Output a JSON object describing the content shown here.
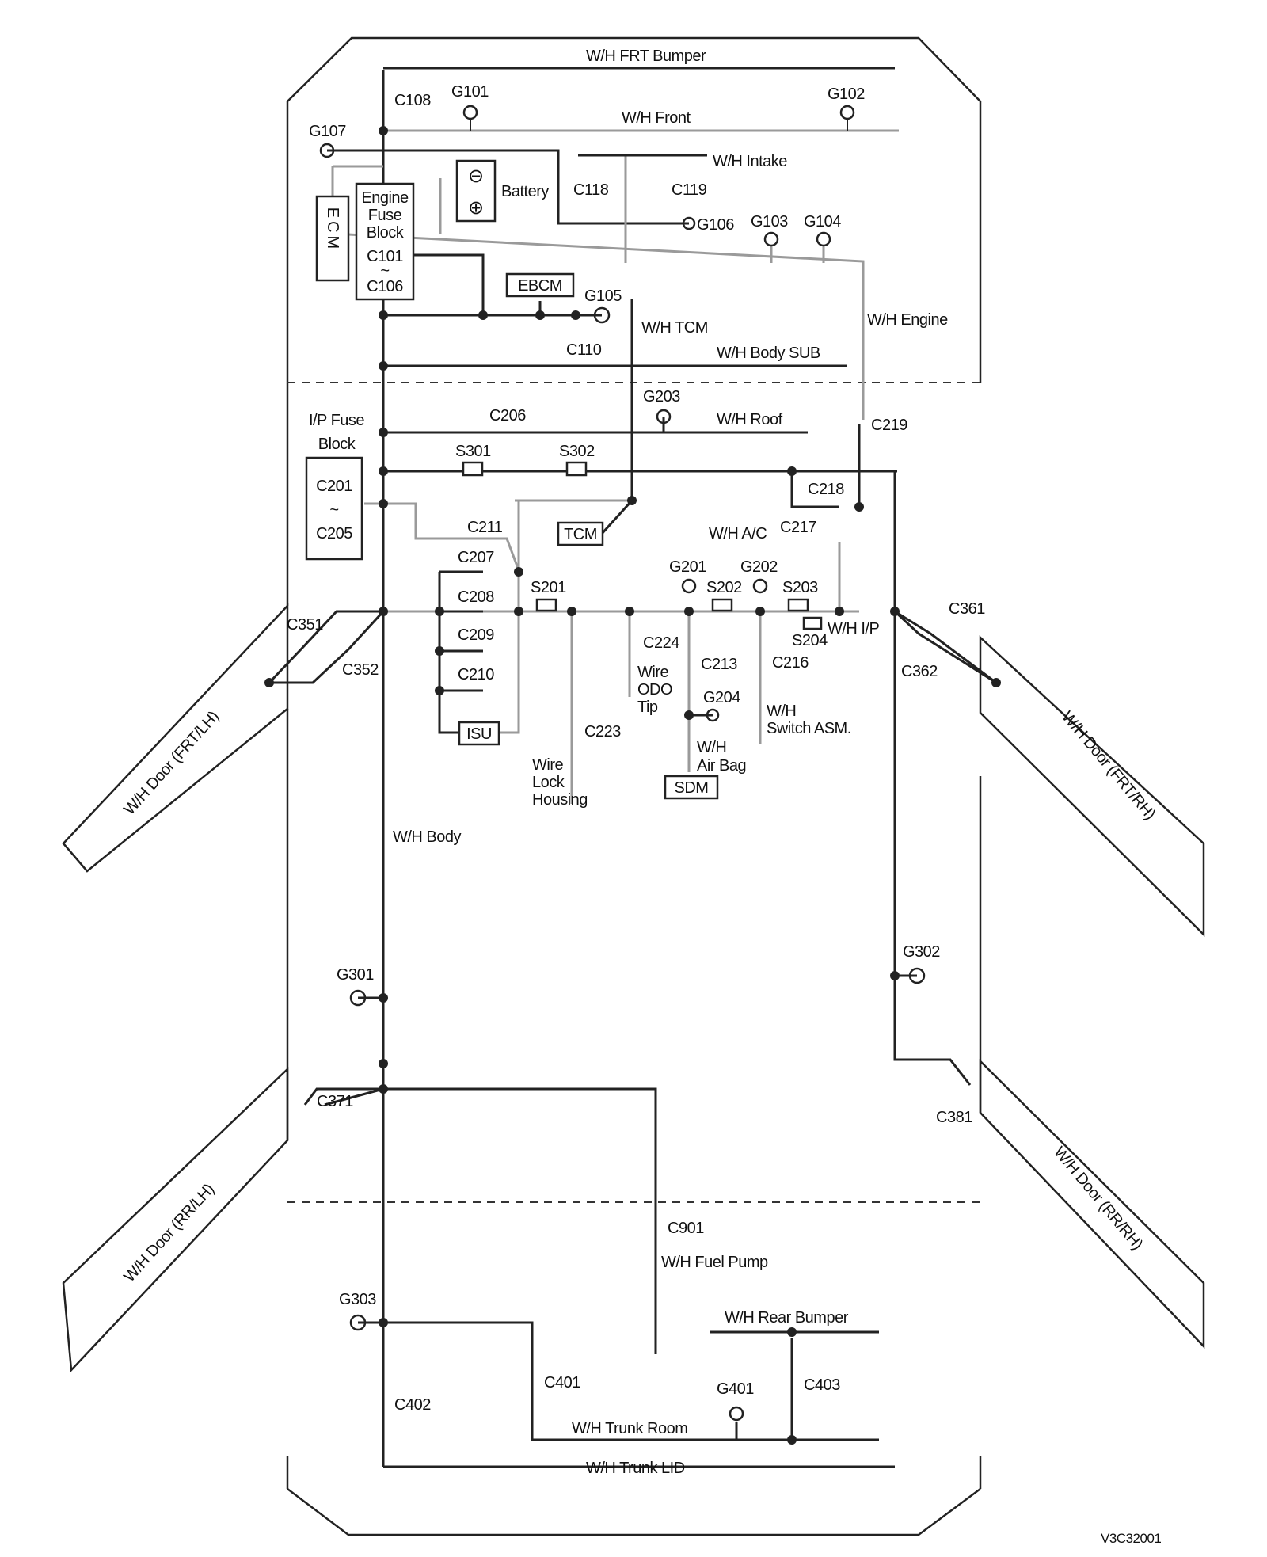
{
  "harness_labels": {
    "frt_bumper": "W/H FRT Bumper",
    "front": "W/H Front",
    "intake": "W/H Intake",
    "tcm": "W/H TCM",
    "engine": "W/H Engine",
    "body_sub": "W/H Body SUB",
    "roof": "W/H Roof",
    "ac": "W/H A/C",
    "ip": "W/H I/P",
    "body": "W/H Body",
    "fuel_pump": "W/H Fuel Pump",
    "rear_bumper": "W/H Rear Bumper",
    "trunk_room": "W/H Trunk Room",
    "trunk_lid": "W/H Trunk LID",
    "door_frt_lh": "W/H Door (FRT/LH)",
    "door_frt_rh": "W/H Door (FRT/RH)",
    "door_rr_lh": "W/H Door (RR/LH)",
    "door_rr_rh": "W/H Door (RR/RH)",
    "switch_asm_1": "W/H",
    "switch_asm_2": "Switch ASM.",
    "air_bag_1": "W/H",
    "air_bag_2": "Air Bag",
    "wire_odo_1": "Wire",
    "wire_odo_2": "ODO",
    "wire_odo_3": "Tip",
    "wire_lock_1": "Wire",
    "wire_lock_2": "Lock",
    "wire_lock_3": "Housing"
  },
  "components": {
    "ecm": "ECM",
    "engine_fuse_block_1": "Engine",
    "engine_fuse_block_2": "Fuse",
    "engine_fuse_block_3": "Block",
    "engine_fuse_block_c1": "C101",
    "engine_fuse_block_tilde": "~",
    "engine_fuse_block_c2": "C106",
    "battery": "Battery",
    "battery_neg": "⊖",
    "battery_pos": "⊕",
    "ebcm": "EBCM",
    "ip_fuse_block_1": "I/P Fuse",
    "ip_fuse_block_2": "Block",
    "ip_fuse_c1": "C201",
    "ip_fuse_tilde": "~",
    "ip_fuse_c2": "C205",
    "tcm": "TCM",
    "isu": "ISU",
    "sdm": "SDM"
  },
  "connectors": {
    "c108": "C108",
    "c118": "C118",
    "c119": "C119",
    "c110": "C110",
    "c206": "C206",
    "c219": "C219",
    "c218": "C218",
    "c211": "C211",
    "c217": "C217",
    "c207": "C207",
    "c208": "C208",
    "c209": "C209",
    "c210": "C210",
    "c224": "C224",
    "c213": "C213",
    "c216": "C216",
    "c223": "C223",
    "c351": "C351",
    "c352": "C352",
    "c361": "C361",
    "c362": "C362",
    "c371": "C371",
    "c381": "C381",
    "c901": "C901",
    "c401": "C401",
    "c402": "C402",
    "c403": "C403"
  },
  "grounds": {
    "g101": "G101",
    "g102": "G102",
    "g107": "G107",
    "g106": "G106",
    "g103": "G103",
    "g104": "G104",
    "g105": "G105",
    "g203": "G203",
    "g201": "G201",
    "g202": "G202",
    "g204": "G204",
    "g301": "G301",
    "g302": "G302",
    "g303": "G303",
    "g401": "G401"
  },
  "splices": {
    "s301": "S301",
    "s302": "S302",
    "s201": "S201",
    "s202": "S202",
    "s203": "S203",
    "s204": "S204"
  },
  "figure_id": "V3C32001"
}
